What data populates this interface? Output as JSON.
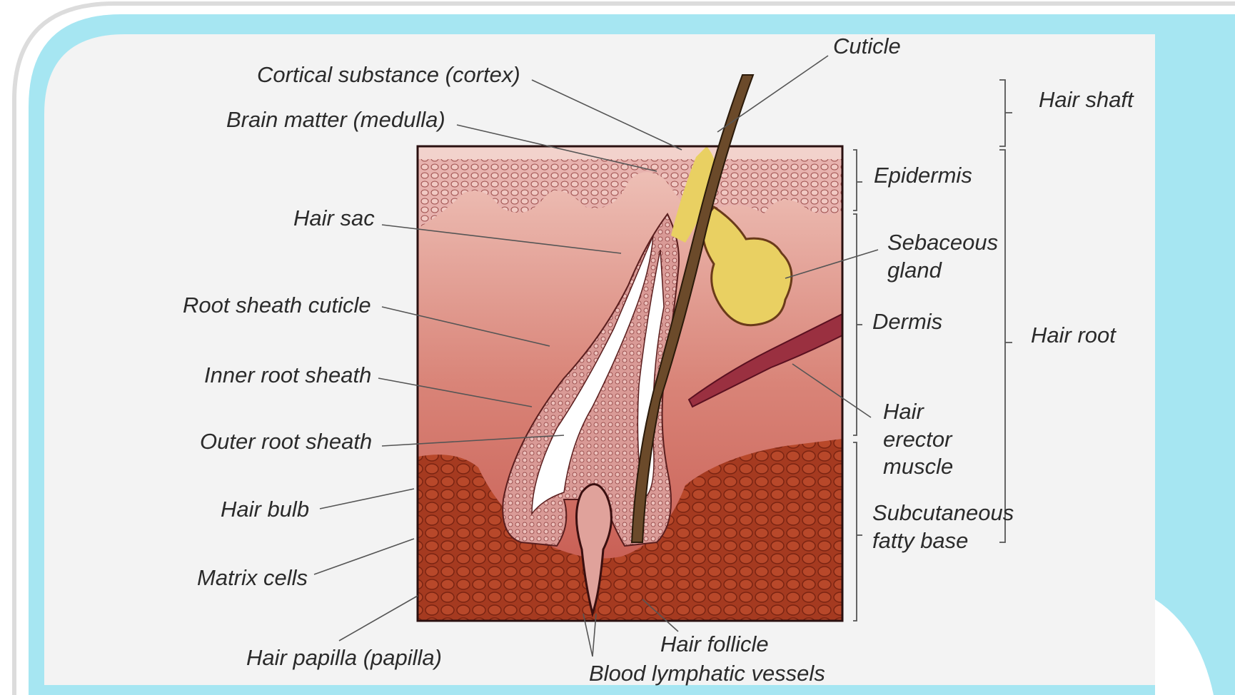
{
  "labels": {
    "cuticle": "Cuticle",
    "cortex": "Cortical substance (cortex)",
    "medulla": "Brain matter (medulla)",
    "hair_sac": "Hair sac",
    "root_sheath_cuticle": "Root sheath cuticle",
    "inner_root_sheath": "Inner root sheath",
    "outer_root_sheath": "Outer root sheath",
    "hair_bulb": "Hair bulb",
    "matrix_cells": "Matrix cells",
    "hair_papilla": "Hair papilla (papilla)",
    "hair_follicle": "Hair follicle",
    "blood_lymphatic_vessels": "Blood lymphatic vessels",
    "epidermis": "Epidermis",
    "sebaceous_gland_1": "Sebaceous",
    "sebaceous_gland_2": "gland",
    "dermis": "Dermis",
    "hair_erector_muscle_1": "Hair",
    "hair_erector_muscle_2": "erector",
    "hair_erector_muscle_3": "muscle",
    "subcutaneous_1": "Subcutaneous",
    "subcutaneous_2": "fatty base",
    "hair_shaft": "Hair shaft",
    "hair_root": "Hair root"
  },
  "colors": {
    "frame_blue": "#a6e6f2",
    "panel": "#f3f3f3",
    "epidermis": "#e3a9a7",
    "dermis": "#c8635a",
    "subcutaneous": "#a8391e",
    "gland": "#e8cf5a",
    "hair": "#6b4a2a"
  }
}
